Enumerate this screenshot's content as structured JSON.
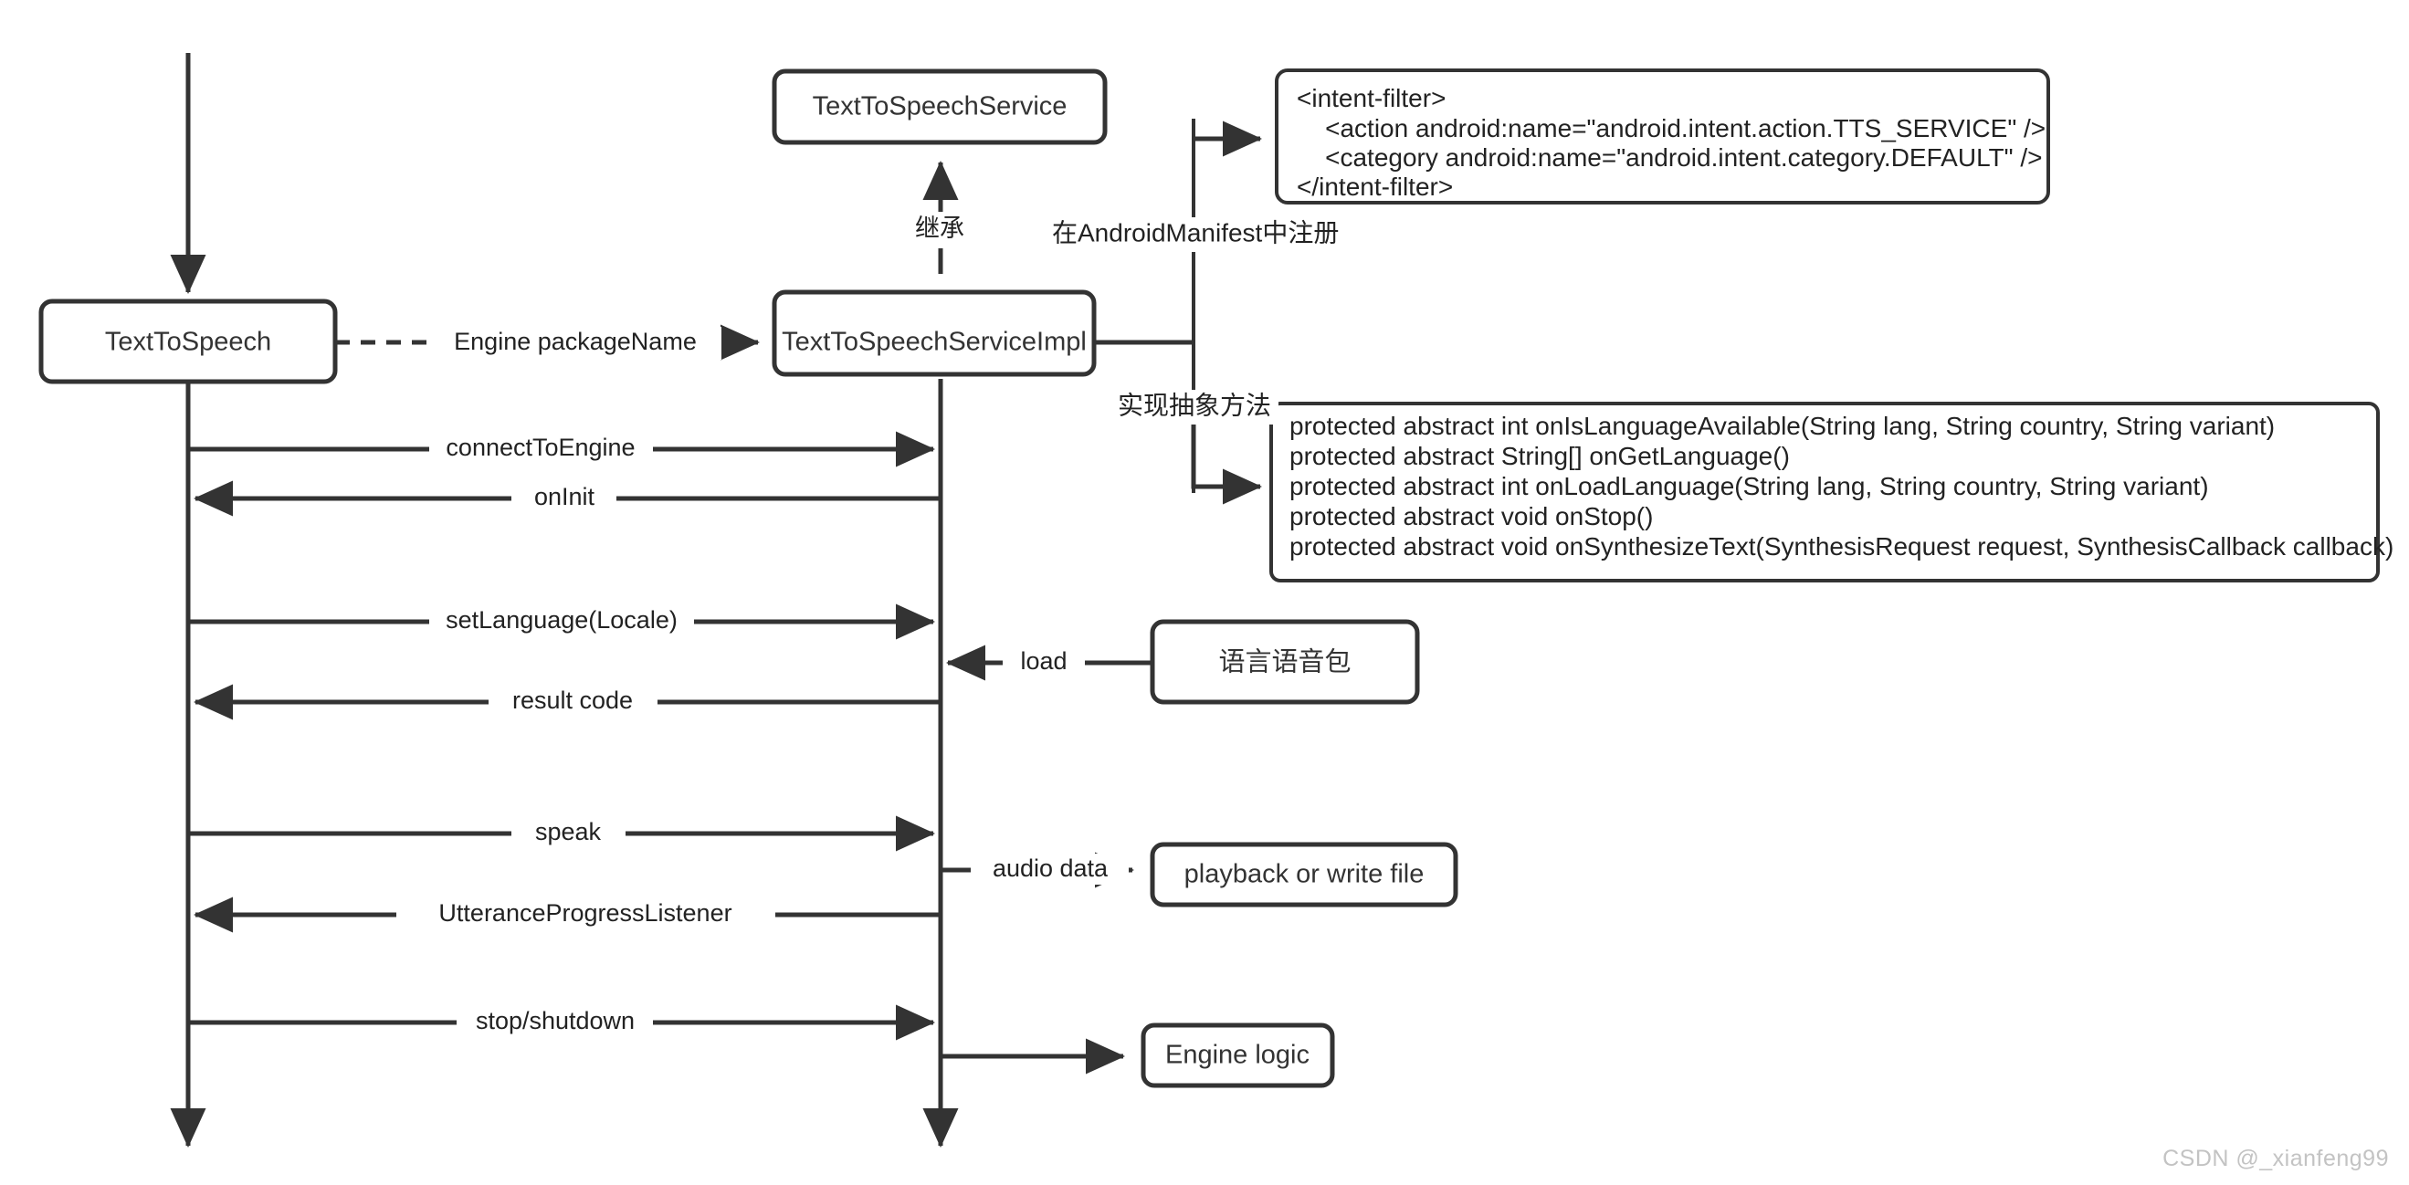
{
  "diagram": {
    "title": "Android TextToSpeech engine sequence diagram",
    "accent_color": "#333333",
    "background_color": "#ffffff",
    "watermark": "CSDN @_xianfeng99"
  },
  "nodes": {
    "text_to_speech": "TextToSpeech",
    "text_to_speech_service": "TextToSpeechService",
    "text_to_speech_service_impl": "TextToSpeechServiceImpl",
    "language_voice_pack": "语言语音包",
    "playback_or_write_file": "playback or write file",
    "engine_logic": "Engine logic"
  },
  "relations": {
    "engine_package_name": "Engine packageName",
    "inherit": "继承",
    "register_in_manifest": "在AndroidManifest中注册",
    "implement_abstract_methods": "实现抽象方法"
  },
  "intent_filter": {
    "lines": [
      "<intent-filter>",
      "    <action android:name=\"android.intent.action.TTS_SERVICE\" />",
      "    <category android:name=\"android.intent.category.DEFAULT\" />",
      "</intent-filter>"
    ]
  },
  "abstract_methods": {
    "lines": [
      "protected abstract int onIsLanguageAvailable(String lang, String country, String variant)",
      "protected abstract String[] onGetLanguage()",
      "protected abstract int onLoadLanguage(String lang, String country, String variant)",
      "protected abstract void onStop()",
      "protected abstract void onSynthesizeText(SynthesisRequest request, SynthesisCallback callback)"
    ]
  },
  "messages": [
    {
      "label": "connectToEngine",
      "direction": "right"
    },
    {
      "label": "onInit",
      "direction": "left"
    },
    {
      "label": "setLanguage(Locale)",
      "direction": "right"
    },
    {
      "label": "load",
      "direction": "left"
    },
    {
      "label": "result code",
      "direction": "left"
    },
    {
      "label": "speak",
      "direction": "right"
    },
    {
      "label": "audio data",
      "direction": "right"
    },
    {
      "label": "UtteranceProgressListener",
      "direction": "left"
    },
    {
      "label": "stop/shutdown",
      "direction": "right"
    }
  ]
}
